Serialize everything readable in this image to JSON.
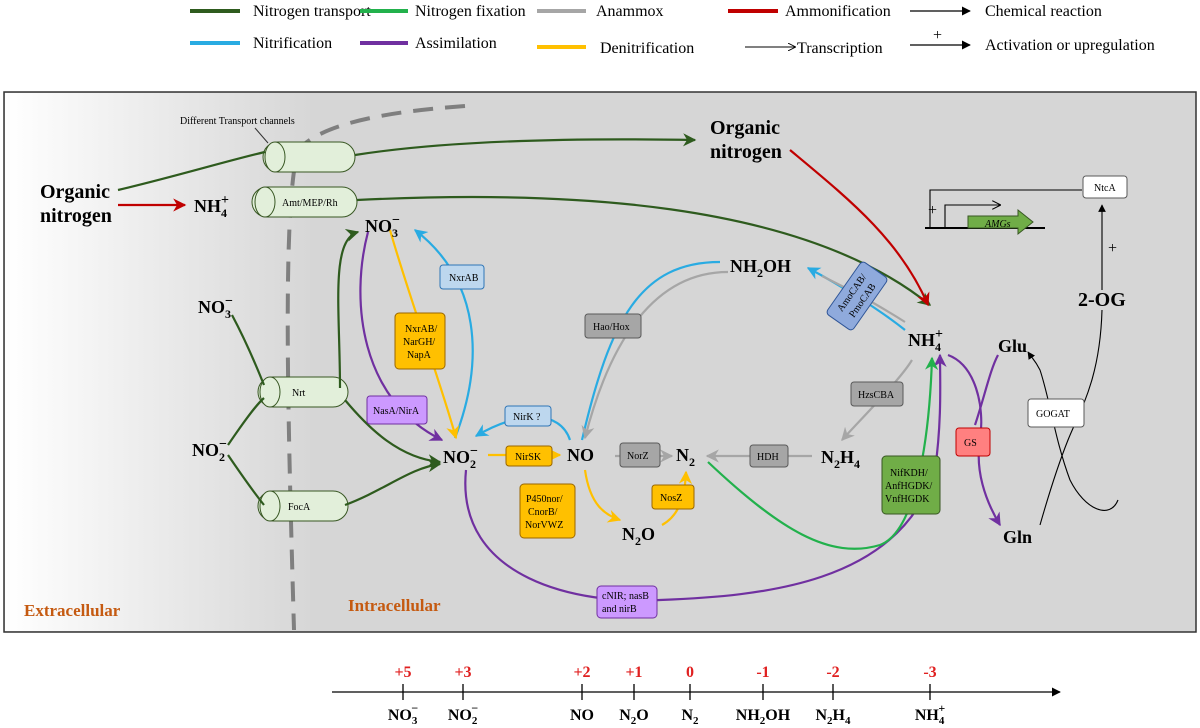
{
  "legend": [
    {
      "label": "Nitrogen transport",
      "color": "#2e5b1e",
      "style": "line"
    },
    {
      "label": "Nitrogen fixation",
      "color": "#22b14c",
      "style": "line"
    },
    {
      "label": "Anammox",
      "color": "#a6a6a6",
      "style": "line"
    },
    {
      "label": "Ammonification",
      "color": "#c00000",
      "style": "line"
    },
    {
      "label": "Chemical reaction",
      "color": "#000000",
      "style": "arrow"
    },
    {
      "label": "Nitrification",
      "color": "#29abe2",
      "style": "line"
    },
    {
      "label": "Assimilation",
      "color": "#7030a0",
      "style": "line"
    },
    {
      "label": "Denitrification",
      "color": "#ffc000",
      "style": "line"
    },
    {
      "label": "Transcription",
      "color": "#000000",
      "style": "open-arrow"
    },
    {
      "label": "Activation or upregulation",
      "color": "#000000",
      "style": "plus-arrow"
    }
  ],
  "regions": {
    "extracellular": "Extracellular",
    "intracellular": "Intracellular"
  },
  "transport": {
    "channels_label": "Different Transport channels",
    "amt": "Amt/MEP/Rh",
    "nrt": "Nrt",
    "foca": "FocA"
  },
  "species": {
    "organic_n_out_1": "Organic",
    "organic_n_out_2": "nitrogen",
    "organic_n_in_1": "Organic",
    "organic_n_in_2": "nitrogen",
    "nh4_out": "NH",
    "no3_out": "NO",
    "no2_out": "NO",
    "no3_in": "NO",
    "no2_in": "NO",
    "no": "NO",
    "n2o": "N",
    "n2": "N",
    "n2h4": "N",
    "nh2oh": "NH",
    "nh4_in": "NH",
    "glu": "Glu",
    "gln": "Gln",
    "og": "2-OG"
  },
  "enzymes": {
    "nxrab_1": "NxrAB",
    "nxrab_narg": [
      "NxrAB/",
      "NarGH/",
      "NapA"
    ],
    "nasa": "NasA/NirA",
    "nirk": "NirK ?",
    "nirsk": "NirSK",
    "p450": [
      "P450nor/",
      "CnorB/",
      "NorVWZ"
    ],
    "norz": "NorZ",
    "nosz": "NosZ",
    "hao": "Hao/Hox",
    "amo": [
      "AmoCAB/",
      "PmoCAB"
    ],
    "hzs": "HzsCBA",
    "hdh": "HDH",
    "nif": [
      "NifKDH/",
      "AnfHGDK/",
      "VnfHGDK"
    ],
    "gs": "GS",
    "gogat": "GOGAT",
    "ntca": "NtcA",
    "amgs": "AMGs",
    "cnir": [
      "cNIR; nasB",
      "and nirB"
    ],
    "plus_1": "+",
    "plus_2": "+"
  },
  "oxidation_axis": [
    {
      "state": "+5",
      "species": "NO3−"
    },
    {
      "state": "+3",
      "species": "NO2−"
    },
    {
      "state": "+2",
      "species": "NO"
    },
    {
      "state": "+1",
      "species": "N2O"
    },
    {
      "state": "0",
      "species": "N2"
    },
    {
      "state": "-1",
      "species": "NH2OH"
    },
    {
      "state": "-2",
      "species": "N2H4"
    },
    {
      "state": "-3",
      "species": "NH4+"
    }
  ]
}
